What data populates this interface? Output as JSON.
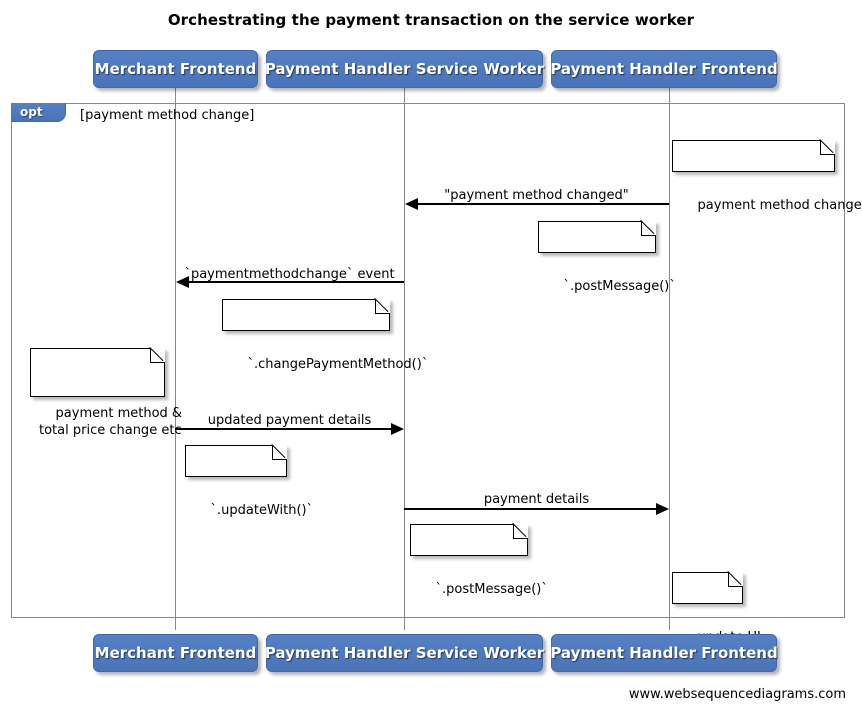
{
  "diagram": {
    "title": "Orchestrating the payment transaction on the service worker",
    "footer_credit": "www.websequencediagrams.com",
    "accent_color": "#4f7cc0",
    "line_color": "#888888",
    "text_color": "#000000"
  },
  "participants": [
    {
      "id": "merchant-frontend",
      "label": "Merchant Frontend"
    },
    {
      "id": "payment-handler-service-worker",
      "label": "Payment Handler Service Worker"
    },
    {
      "id": "payment-handler-frontend",
      "label": "Payment Handler Frontend"
    }
  ],
  "fragment": {
    "type": "opt",
    "tab_label": "opt",
    "guard": "[payment method change]"
  },
  "messages": [
    {
      "id": "payment-method-changed",
      "label": "\"payment method changed\"",
      "from": "payment-handler-frontend",
      "to": "payment-handler-service-worker",
      "direction": "left"
    },
    {
      "id": "paymentmethodchange-event",
      "label": "`paymentmethodchange` event",
      "from": "payment-handler-service-worker",
      "to": "merchant-frontend",
      "direction": "left"
    },
    {
      "id": "updated-payment-details",
      "label": "updated payment details",
      "from": "merchant-frontend",
      "to": "payment-handler-service-worker",
      "direction": "right"
    },
    {
      "id": "payment-details",
      "label": "payment details",
      "from": "payment-handler-service-worker",
      "to": "payment-handler-frontend",
      "direction": "right"
    }
  ],
  "notes": [
    {
      "id": "note-payment-method-changed",
      "text": "payment method changed",
      "over": "payment-handler-frontend"
    },
    {
      "id": "note-post-message-1",
      "text": "`.postMessage()`",
      "over": "payment-handler-frontend"
    },
    {
      "id": "note-change-payment-method",
      "text": "`.changePaymentMethod()`",
      "over": "payment-handler-service-worker"
    },
    {
      "id": "note-price-change",
      "text": "payment method &\ntotal price change etc",
      "over": "merchant-frontend"
    },
    {
      "id": "note-update-with",
      "text": "`.updateWith()`",
      "over": "merchant-frontend"
    },
    {
      "id": "note-post-message-2",
      "text": "`.postMessage()`",
      "over": "payment-handler-service-worker"
    },
    {
      "id": "note-update-ui",
      "text": "update UI",
      "over": "payment-handler-frontend"
    }
  ]
}
